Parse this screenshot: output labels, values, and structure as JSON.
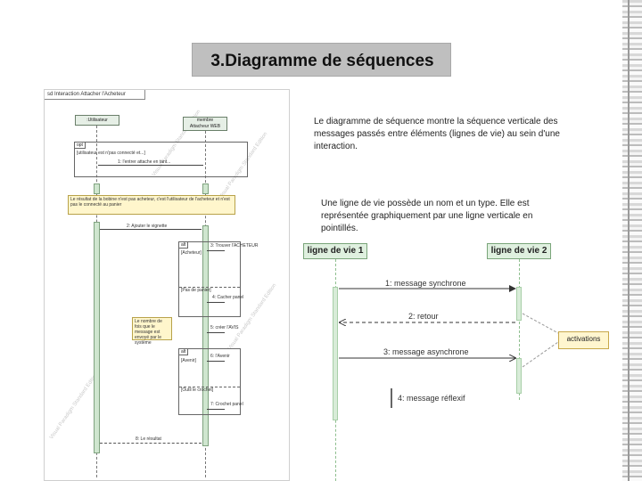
{
  "slide": {
    "title": "3.Diagramme de séquences",
    "paragraph1": "Le diagramme de séquence montre la séquence verticale des messages passés entre éléments (lignes de vie) au sein d'une interaction.",
    "paragraph2": "Une ligne de vie possède un nom et un type. Elle est représentée graphiquement par une ligne verticale en pointillés."
  },
  "screenshot_diagram": {
    "frame_title": "sd Interaction Attacher l'Acheteur",
    "lifeline_left": ":Utilisateur",
    "lifeline_right_lines": [
      "membre",
      "Attacheur WEB"
    ],
    "frag1_tag": "opt",
    "frag1_guard": "[utilisateur est n'pas connecté et...]",
    "msg1": "1: l'entrer attache en tant...",
    "note1": "Le résultat de la bobine n'est pas acheteur, c'est l'utilisateur de l'acheteur et n'est pas le connecté au panier",
    "msg2": "2: Ajouter le vignette",
    "frag2_tag": "alt",
    "frag2_guard1": "[Acheteur]",
    "frag2_guard2": "[Pas de panier]",
    "msg3": "3: Trouver l'ACHETEUR",
    "msg4": "4: Cacher panel",
    "note2": "Le nombre de fois que le message est envoyé par le système",
    "msg5": "5: créer l'AVIS",
    "frag3_tag": "alt",
    "frag3_guard1": "[Avenir]",
    "frag3_guard2": "[Outil le crochet]",
    "msg6": "6: l'Avenir",
    "msg7": "7: Crochet panel",
    "msg8": "8: Le résultat"
  },
  "simple_diagram": {
    "lifeline1": "ligne de vie 1",
    "lifeline2": "ligne de vie 2",
    "msg1": "1: message synchrone",
    "msg2": "2: retour",
    "msg3": "3: message asynchrone",
    "msg4": "4: message réflexif",
    "activation_label": "activations"
  }
}
